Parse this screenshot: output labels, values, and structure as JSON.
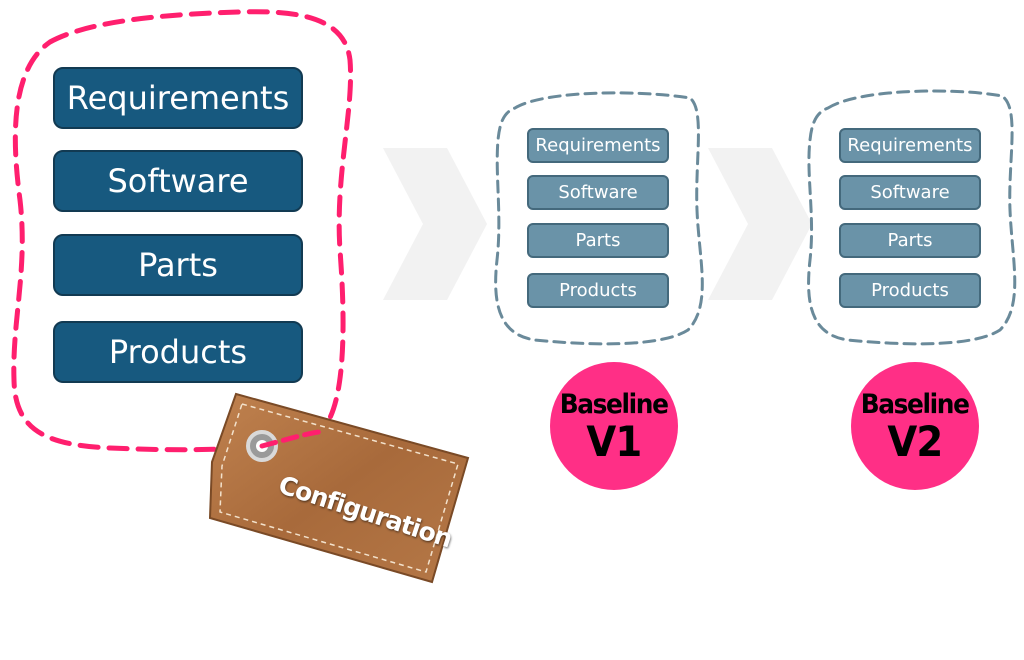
{
  "configuration_group": {
    "items": [
      "Requirements",
      "Software",
      "Parts",
      "Products"
    ],
    "tag_label": "Configuration"
  },
  "baselines": [
    {
      "items": [
        "Requirements",
        "Software",
        "Parts",
        "Products"
      ],
      "badge": {
        "line1": "Baseline",
        "line2": "V1"
      }
    },
    {
      "items": [
        "Requirements",
        "Software",
        "Parts",
        "Products"
      ],
      "badge": {
        "line1": "Baseline",
        "line2": "V2"
      }
    }
  ],
  "colors": {
    "primary_box": "#17597f",
    "baseline_box": "#6a93a8",
    "config_outline": "#ff1f6e",
    "baseline_outline": "#6a8a9a",
    "badge": "#ff2f86",
    "tag_leather": "#b27443"
  }
}
